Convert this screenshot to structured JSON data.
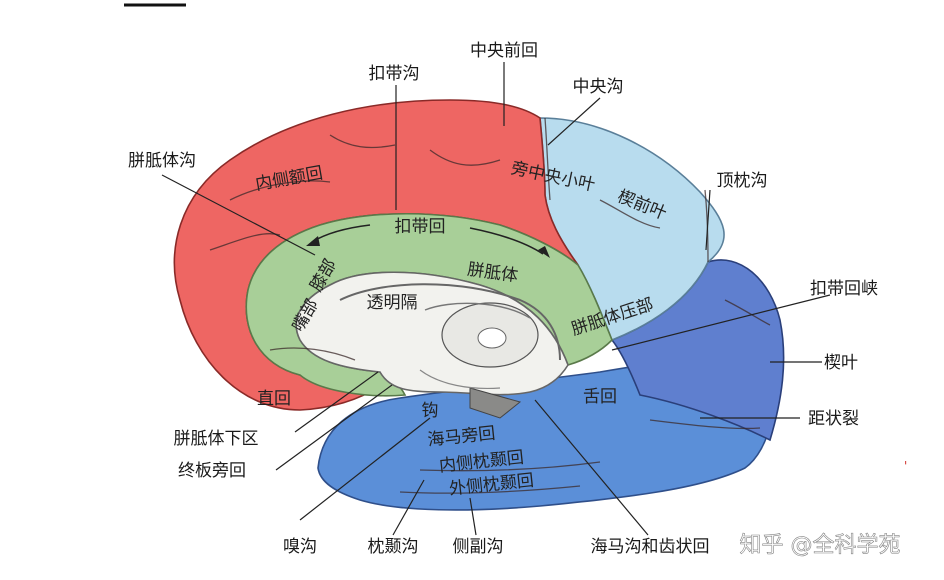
{
  "colors": {
    "frontal_red": "#ee6663",
    "paracentral_red": "#ec6a66",
    "cingulate_green": "#a8cf98",
    "precuneus_light_blue": "#b8dcee",
    "cuneus_blue": "#5f7fcf",
    "temporal_blue": "#5b8fd8",
    "inner_white": "#f2f2ee"
  },
  "labels": {
    "zhong_yang_qian_hui": "中央前回",
    "kou_dai_gou": "扣带沟",
    "zhong_yang_gou": "中央沟",
    "pian_zhi_ti_gou": "胼胝体沟",
    "ding_zhen_gou": "顶枕沟",
    "kou_dai_hui_xia": "扣带回峡",
    "xie_ye": "楔叶",
    "ju_zhuang_lie": "距状裂",
    "pian_zhi_ti_xia_qu": "胼胝体下区",
    "zhong_ban_pang_hui": "终板旁回",
    "xiu_gou": "嗅沟",
    "zhen_nie_gou": "枕颞沟",
    "ce_fu_gou": "侧副沟",
    "hai_ma_gou_he_chi_zhuang_hui": "海马沟和齿状回",
    "nei_ce_e_hui": "内侧额回",
    "pang_zhong_yang_xiao_ye": "旁中央小叶",
    "xie_qian_ye": "楔前叶",
    "kou_dai_hui": "扣带回",
    "xi_bu": "膝部",
    "zui_bu": "嘴部",
    "pian_zhi_ti": "胼胝体",
    "tou_ming_ge": "透明隔",
    "pian_zhi_ti_ya_bu": "胼胝体压部",
    "zhi_hui": "直回",
    "gou": "钩",
    "she_hui": "舌回",
    "hai_ma_pang_hui": "海马旁回",
    "nei_ce_zhen_nie_hui": "内侧枕颞回",
    "wai_ce_zhen_nie_hui": "外侧枕颞回"
  },
  "watermark": "知乎 @全科学苑"
}
